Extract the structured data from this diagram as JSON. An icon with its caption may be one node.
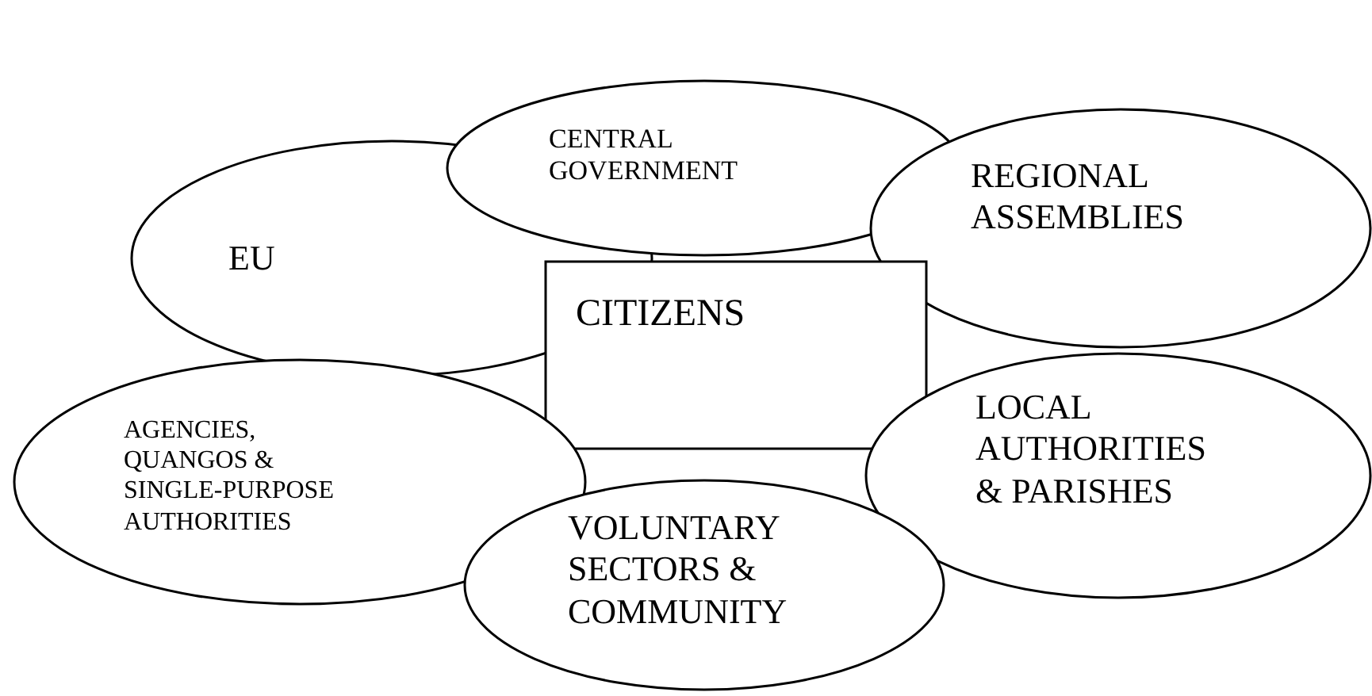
{
  "diagram": {
    "nodes": [
      {
        "text": [
          "CENTRAL GOVERNMENT"
        ]
      },
      {
        "text": [
          "REGIONAL ASSEMBLIES"
        ]
      },
      {
        "text": [
          "EU"
        ]
      },
      {
        "text": [
          "CITIZENS"
        ]
      },
      {
        "text": [
          "AGENCIES, QUANGOS & SINGLE-PURPOSE AUTHORITIES"
        ]
      },
      {
        "text": [
          "LOCAL AUTHORITIES & PARISHES"
        ]
      },
      {
        "text": [
          "VOLUNTARY SECTORS & COMMUNITY"
        ]
      }
    ],
    "edges": []
  }
}
